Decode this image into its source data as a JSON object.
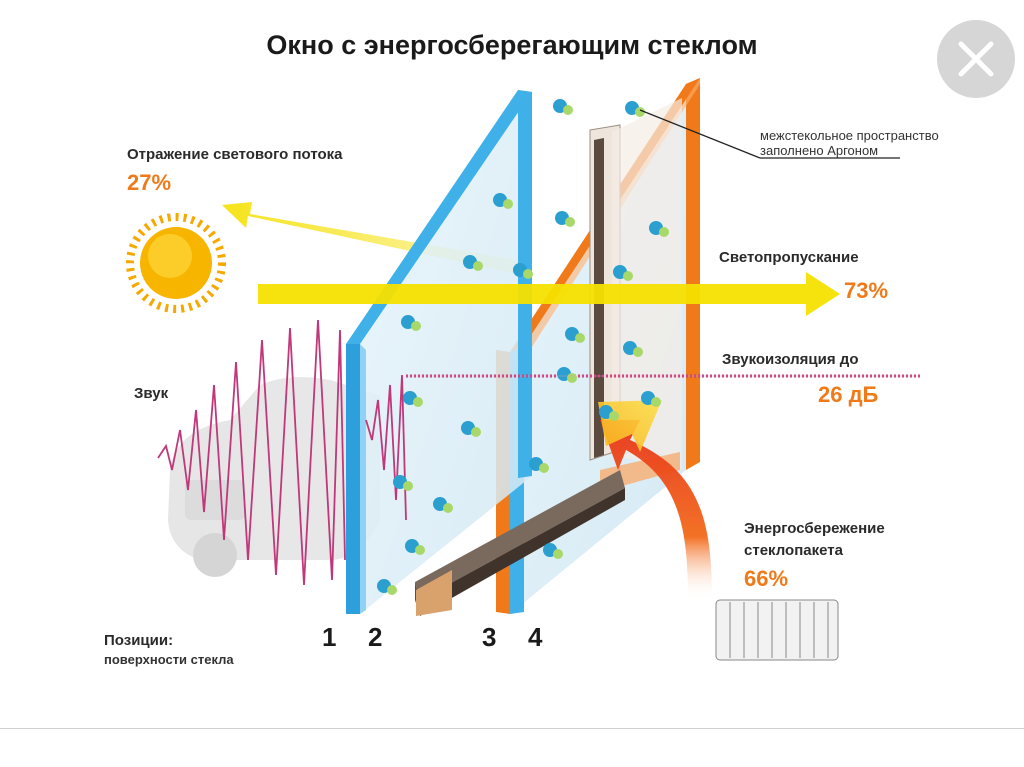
{
  "title": "Окно с энергосберегающим стеклом",
  "reflection": {
    "label": "Отражение светового потока",
    "value": "27%"
  },
  "argon_note": {
    "line1": "межстекольное пространство",
    "line2": "заполнено Аргоном"
  },
  "transmission": {
    "label": "Светопропускание",
    "value": "73%"
  },
  "sound_label": "Звук",
  "sound_insulation": {
    "label": "Звукоизоляция до",
    "value": "26 дБ"
  },
  "energy_saving": {
    "line1": "Энергосбережение",
    "line2": "стеклопакета",
    "value": "66%"
  },
  "positions": {
    "line1": "Позиции:",
    "line2": "поверхности стекла",
    "numbers": [
      "1",
      "2",
      "3",
      "4"
    ]
  },
  "colors": {
    "accent": "#f07a1a",
    "glass_edge": "#3fb0e8",
    "arrow_yellow": "#f5e000",
    "sound_wave": "#c0387a"
  },
  "icons": [
    "sun-icon",
    "car-icon",
    "radiator-icon",
    "argon-molecule-icon",
    "close-icon"
  ]
}
